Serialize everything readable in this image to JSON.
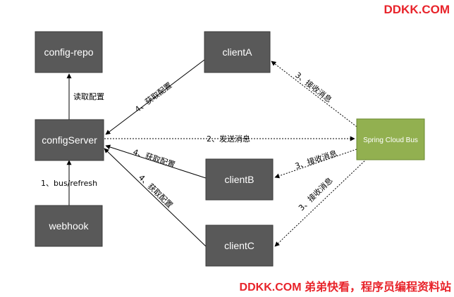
{
  "nodes": {
    "config_repo": "config-repo",
    "config_server": "configServer",
    "webhook": "webhook",
    "client_a": "clientA",
    "client_b": "clientB",
    "client_c": "clientC",
    "bus": "Spring Cloud Bus"
  },
  "edges": {
    "read_config": "读取配置",
    "bus_refresh": "1、bus/refresh",
    "send_message": "2、发送消息",
    "receive_a": "3、接收消息",
    "receive_b": "3、接收消息",
    "receive_c": "3、接收消息",
    "fetch_a": "4、获取配置",
    "fetch_b": "4、获取配置",
    "fetch_c": "4、获取配置"
  },
  "watermark": {
    "top": "DDKK.COM",
    "bottom": "DDKK.COM 弟弟快看，程序员编程资料站"
  },
  "colors": {
    "node_fill": "#595959",
    "node_text": "#ffffff",
    "bus_fill": "#92b050",
    "bus_border": "#6b8a30",
    "line": "#000000",
    "watermark": "#e8232a"
  }
}
